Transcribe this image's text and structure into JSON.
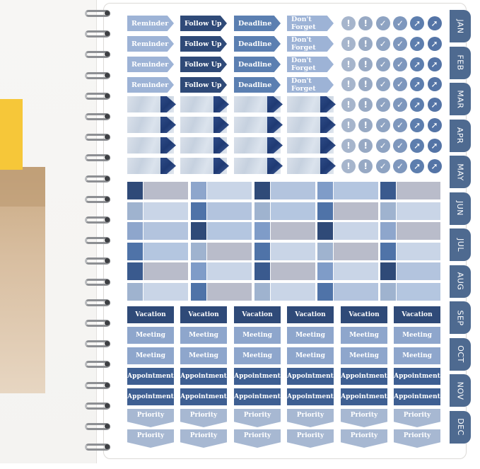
{
  "months": [
    "JAN",
    "FEB",
    "MAR",
    "APR",
    "MAY",
    "JUN",
    "JUL",
    "AUG",
    "SEP",
    "OCT",
    "NOV",
    "DEC"
  ],
  "flag_labels": {
    "reminder": "Reminder",
    "follow_up": "Follow Up",
    "deadline": "Deadline",
    "dont_forget": "Don't Forget"
  },
  "icon_names": [
    "exclamation-icon",
    "exclamation-icon",
    "checkmark-icon",
    "checkmark-icon",
    "arrow-icon",
    "arrow-icon"
  ],
  "event_labels": {
    "vacation": "Vacation",
    "meeting": "Meeting",
    "appointment": "Appointment",
    "priority": "Priority"
  },
  "colors": {
    "navy": "#2f4a78",
    "medium_blue": "#5b7fb1",
    "light_blue": "#9db3d6",
    "pale_blue": "#c9d5e7",
    "gray_lilac": "#b9bcca",
    "tab_blue": "#4e6a90",
    "yellow": "#f6c739"
  }
}
